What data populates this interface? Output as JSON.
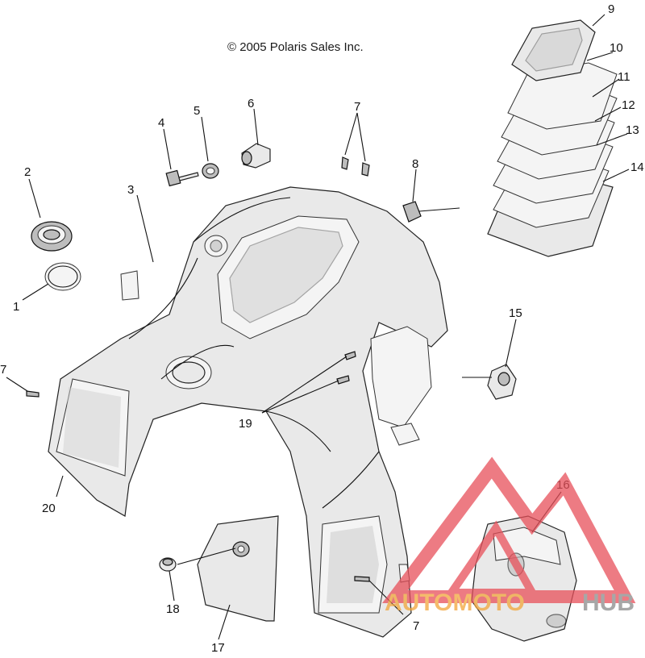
{
  "copyright": "© 2005 Polaris Sales Inc.",
  "callouts": [
    "1",
    "2",
    "3",
    "4",
    "5",
    "6",
    "7",
    "7",
    "7",
    "7",
    "8",
    "9",
    "10",
    "11",
    "12",
    "13",
    "14",
    "15",
    "16",
    "17",
    "18",
    "19",
    "20"
  ],
  "watermark": {
    "part1": "AUTOMOTO",
    "part2": "HUB",
    "color_primary": "#e8505a",
    "color_secondary": "#f2a53a",
    "color_text": "#8a8a8a"
  }
}
